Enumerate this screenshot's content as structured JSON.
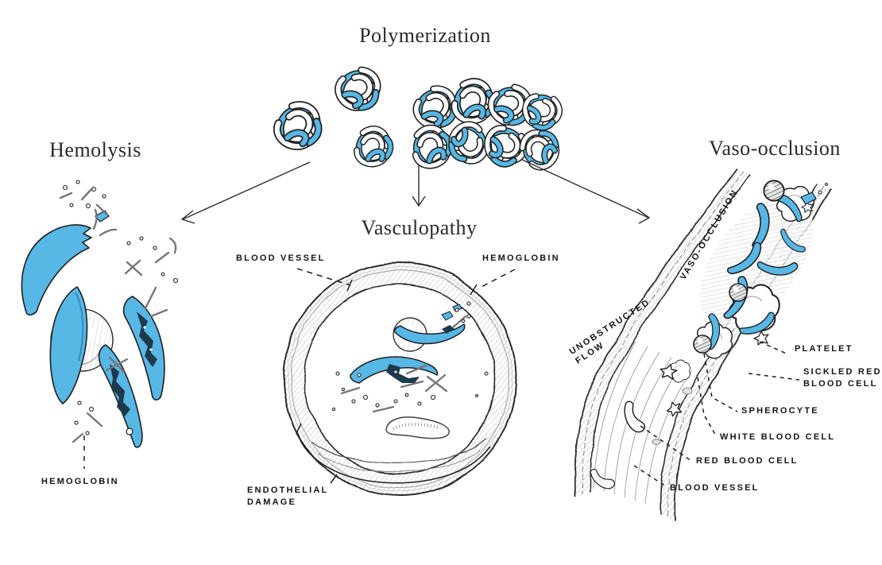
{
  "colors": {
    "accent_blue": "#57B7E5",
    "ink": "#222222",
    "hatch_grey": "#9a9a9a",
    "background": "#FFFFFF"
  },
  "sections": {
    "polymerization": {
      "title": "Polymerization"
    },
    "hemolysis": {
      "title": "Hemolysis",
      "labels": {
        "hemoglobin": "HEMOGLOBIN"
      }
    },
    "vasculopathy": {
      "title": "Vasculopathy",
      "labels": {
        "blood_vessel": "BLOOD VESSEL",
        "hemoglobin": "HEMOGLOBIN",
        "endothelial_line1": "ENDOTHELIAL",
        "endothelial_line2": "DAMAGE"
      }
    },
    "vaso_occlusion": {
      "title": "Vaso-occlusion",
      "labels": {
        "flow_line1": "UNOBSTRUCTED",
        "flow_line2": "FLOW",
        "occlusion": "VASO-OCCLUSION",
        "platelet": "PLATELET",
        "sickled_line1": "SICKLED RED",
        "sickled_line2": "BLOOD CELL",
        "spherocyte": "SPHEROCYTE",
        "white_blood_cell": "WHITE BLOOD CELL",
        "red_blood_cell": "RED BLOOD CELL",
        "blood_vessel": "BLOOD VESSEL"
      }
    }
  }
}
